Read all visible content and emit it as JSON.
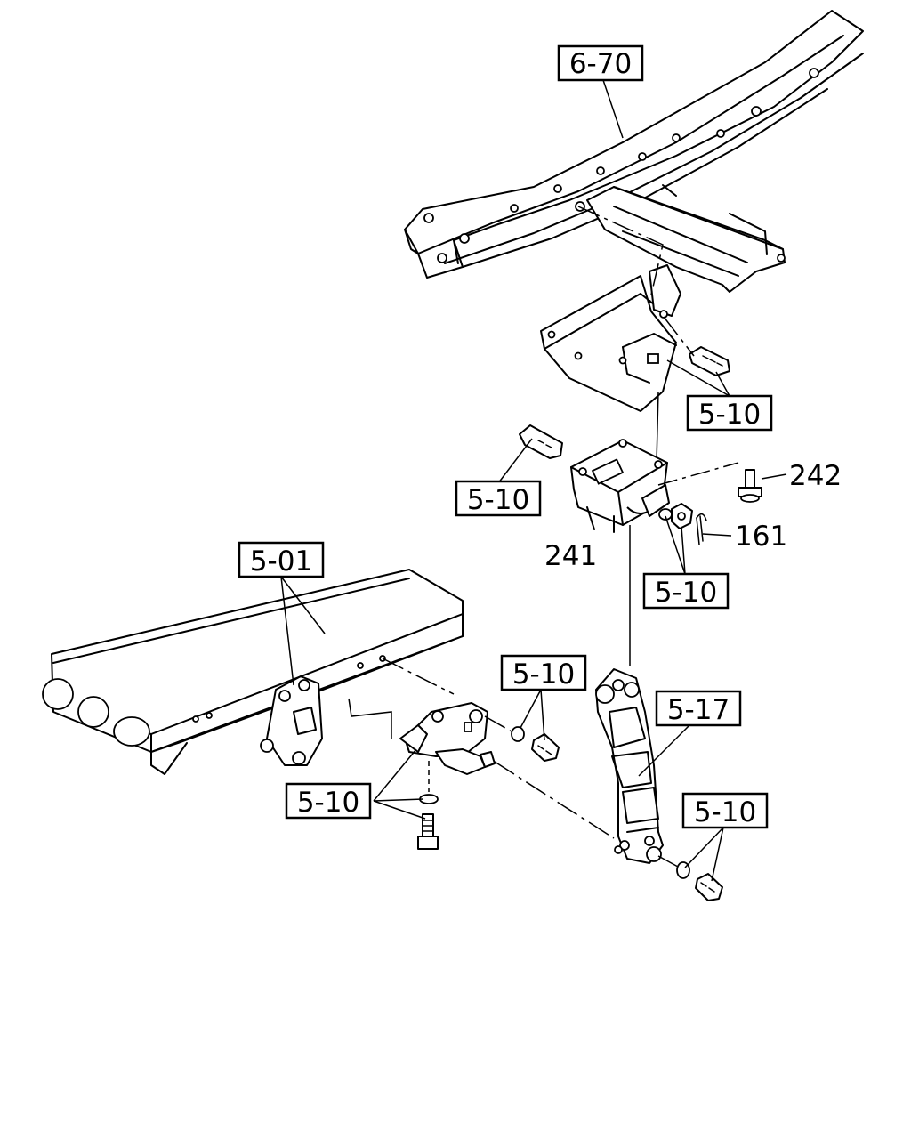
{
  "callouts": {
    "frame_rear": "6-70",
    "bracket_upper": "5-10",
    "bolt_left": "5-10",
    "frame_front": "5-01",
    "nut_washer": "5-10",
    "washer_bolt_mid": "5-10",
    "linkage": "5-17",
    "bolts_lower_left": "5-10",
    "washer_bolt_lower_right": "5-10"
  },
  "part_numbers": {
    "bolt": "242",
    "pin": "161",
    "mount": "241"
  }
}
